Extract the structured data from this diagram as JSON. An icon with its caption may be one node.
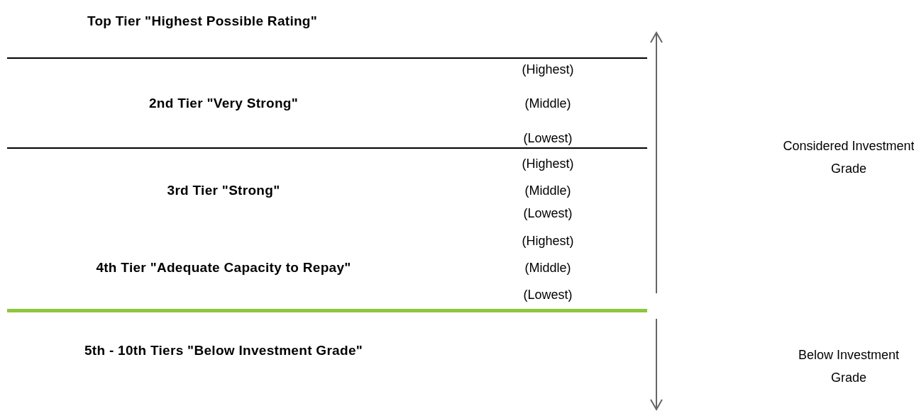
{
  "diagram": {
    "labels": [
      "Top Tier \"Highest Possible Rating\"",
      "(Highest)",
      "2nd Tier \"Very Strong\"",
      "(Middle)",
      "(Lowest)",
      "(Highest)",
      "Considered Investment Grade",
      "3rd Tier \"Strong\"",
      "(Middle)",
      "(Lowest)",
      "(Highest)",
      "4th Tier \"Adequate Capacity to Repay\"",
      "(Middle)",
      "(Lowest)",
      "5th - 10th Tiers \"Below Investment Grade\"",
      "Below Investment Grade"
    ]
  }
}
